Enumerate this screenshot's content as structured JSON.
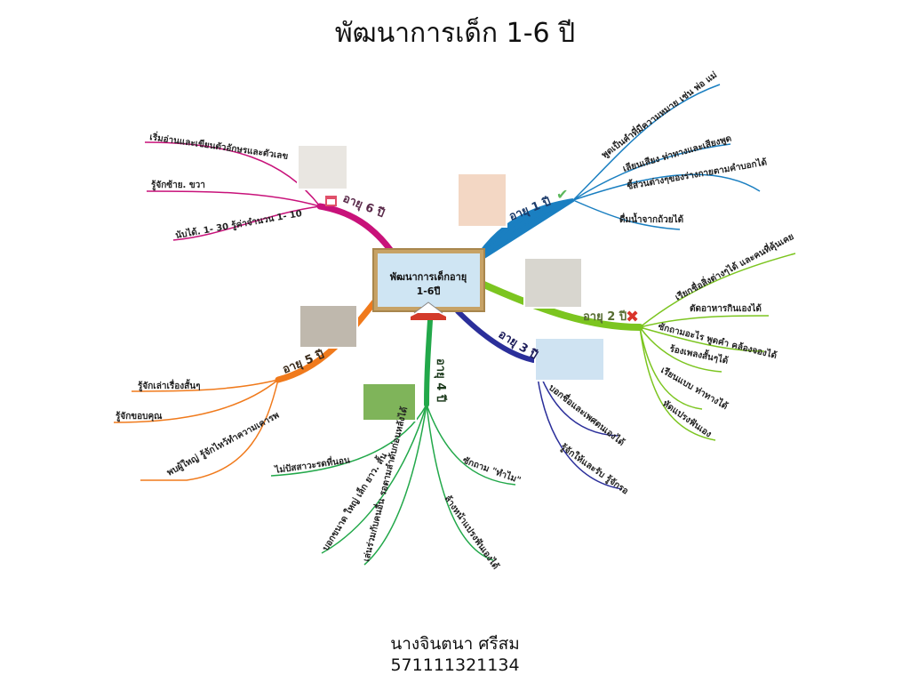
{
  "title": "พัฒนาการเด็ก 1-6 ปี",
  "center": {
    "line1": "พัฒนาการเด็กอายุ",
    "line2": "1-6ปี"
  },
  "branches": {
    "age1": {
      "label": "อายุ 1 ปี",
      "color": "#1a7fc1",
      "items": [
        "พูดเป็นคำที่มีความหมาย เช่น พ่อ แม่",
        "เลียนเสียง ท่าทางและเสียงพูด",
        "ชี้ส่วนต่างๆของร่างกายตามคำบอกได้",
        "ดื่มน้ำจากถ้วยได้"
      ]
    },
    "age2": {
      "label": "อายุ 2 ปี",
      "color": "#7cc520",
      "items": [
        "เรียกชื่อสิ่งต่างๆได้ และคนที่คุ้นเคย",
        "ตัดอาหารกินเองได้",
        "ซักถามอะไร พูดคำ คล้องจองได้",
        "ร้องเพลงสั้นๆได้",
        "เรียนแบบ ท่าทางได้",
        "หัดแปรงฟันเอง"
      ]
    },
    "age3": {
      "label": "อายุ 3 ปี",
      "color": "#2b2f9a",
      "items": [
        "บอกชื่อและเพศตนเองได้",
        "รู้จักให้และรับ รู้จักรอ"
      ]
    },
    "age4": {
      "label": "อายุ 4 ปี",
      "color": "#22a84a",
      "items": [
        "ไม่ปัสสาวะรดที่นอน",
        "บอกขนาด ใหญ่ เล็ก ยาว. สั้น",
        "เล่นร่วมกับคนอื่น รอตามลำดับก่อนหลังได้",
        "ซักถาม \"ทำไม\"",
        "ล้างหน้าแปรงฟันเองได้"
      ]
    },
    "age5": {
      "label": "อายุ 5 ปี",
      "color": "#f07a1c",
      "items": [
        "รู้จักเล่าเรื่องสั้นๆ",
        "รู้จักขอบคุณ",
        "พบผู้ใหญ่ รู้จักไหว้ทำความเคารพ"
      ]
    },
    "age6": {
      "label": "อายุ 6 ปี",
      "color": "#c8127a",
      "items": [
        "เริ่มอ่านและเขียนตัวอักษรและตัวเลข",
        "รู้จักซ้าย. ขวา",
        "นับได้. 1- 30  รู้ค่าจำนวน  1- 10"
      ]
    }
  },
  "footer": {
    "name": "นางจินตนา  ศรีสม",
    "id": "571111321134"
  }
}
